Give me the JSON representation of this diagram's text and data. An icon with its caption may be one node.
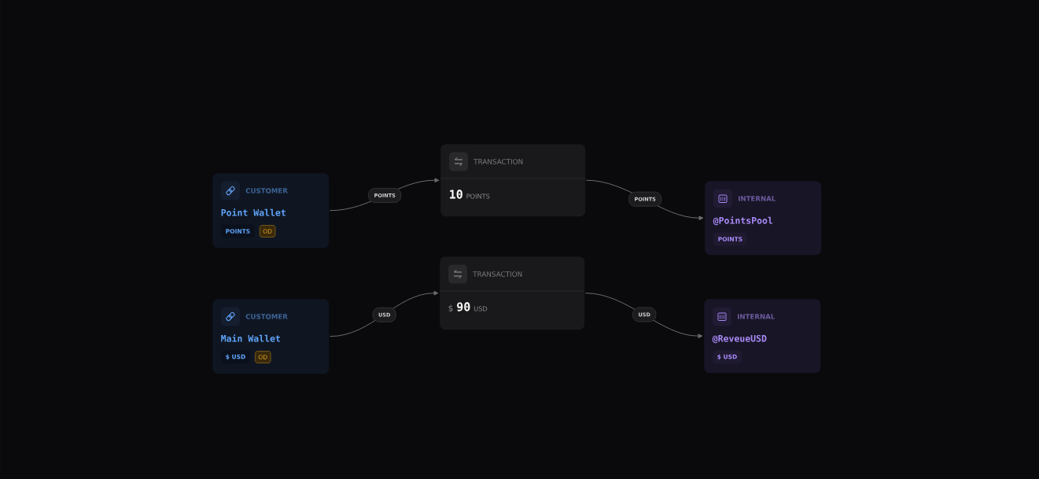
{
  "diagram": {
    "nodes": [
      {
        "text": [
          "CUSTOMER",
          "Point Wallet",
          "POINTS",
          "OD"
        ]
      },
      {
        "text": [
          "TRANSACTION",
          "10",
          "POINTS"
        ]
      },
      {
        "text": [
          "INTERNAL",
          "@PointsPool",
          "POINTS"
        ]
      },
      {
        "text": [
          "CUSTOMER",
          "Main Wallet",
          "$ USD",
          "OD"
        ]
      },
      {
        "text": [
          "TRANSACTION",
          "$",
          "90",
          "USD"
        ]
      },
      {
        "text": [
          "INTERNAL",
          "@ReveueUSD",
          "$ USD"
        ]
      }
    ],
    "edges": [
      {
        "from": 0,
        "to": 1,
        "arrow": "to",
        "label": "POINTS"
      },
      {
        "from": 1,
        "to": 2,
        "arrow": "to",
        "label": "POINTS"
      },
      {
        "from": 3,
        "to": 4,
        "arrow": "to",
        "label": "USD"
      },
      {
        "from": 4,
        "to": 5,
        "arrow": "to",
        "label": "USD"
      }
    ]
  }
}
